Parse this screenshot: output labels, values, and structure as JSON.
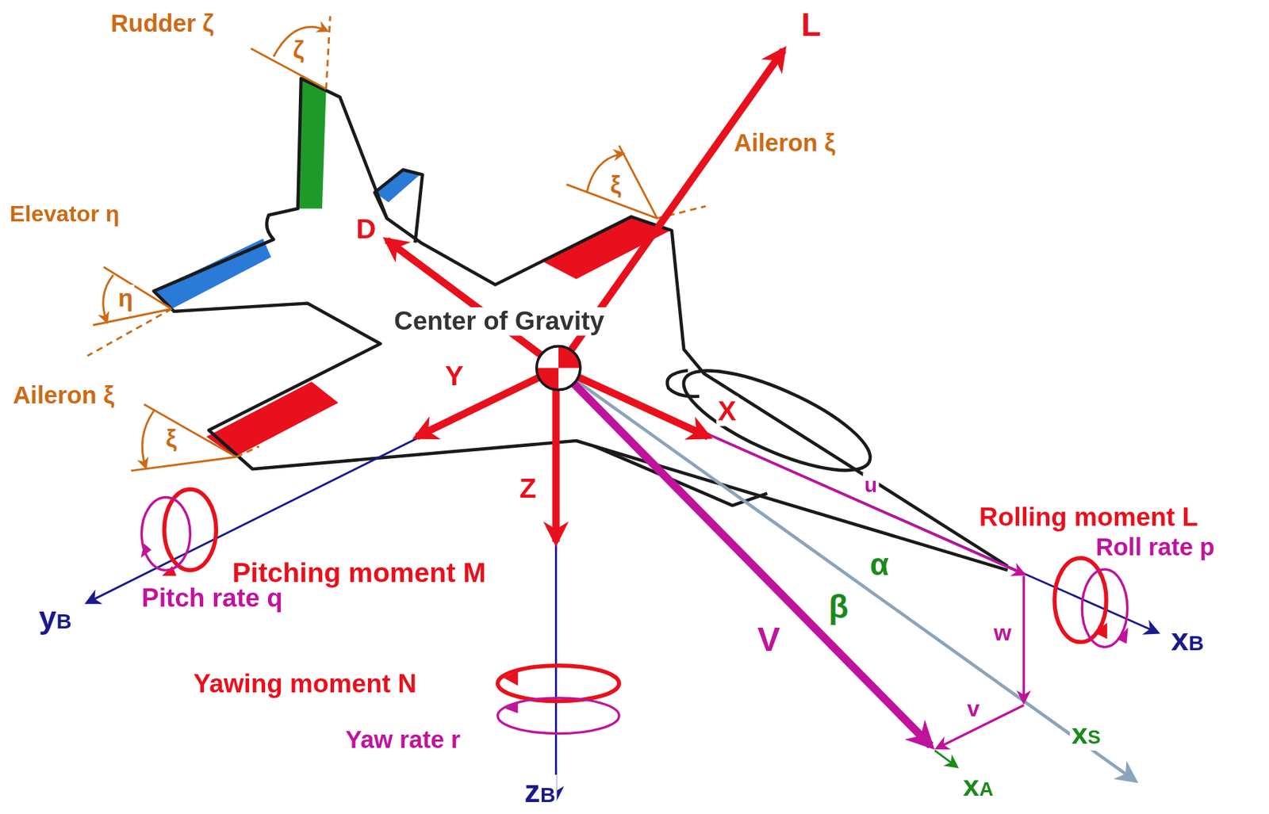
{
  "diagram": {
    "labels": [
      "Rudder ζ",
      "ζ",
      "L",
      "Aileron ξ",
      "ξ",
      "Elevator η",
      "η",
      "D",
      "Center of Gravity",
      "Y",
      "X",
      "Aileron ξ",
      "ξ",
      "Z",
      "u",
      "Rolling moment L",
      "Roll rate p",
      "α",
      "Pitching moment M",
      "β",
      "V",
      "w",
      "xB",
      "yB",
      "Pitch rate q",
      "Yawing moment N",
      "v",
      "xS",
      "Yaw rate r",
      "zB",
      "xA"
    ]
  }
}
